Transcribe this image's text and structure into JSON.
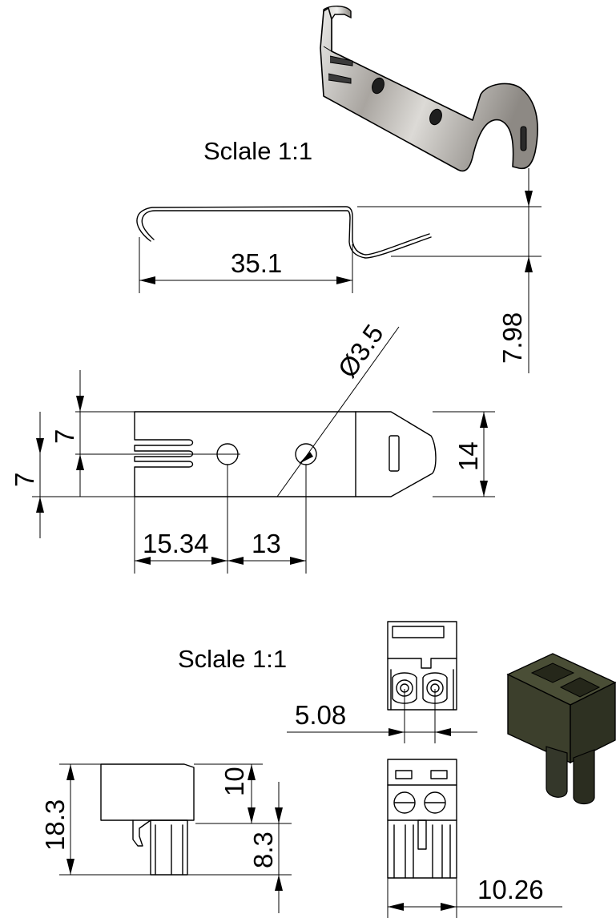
{
  "scale_top": "Sclale 1:1",
  "scale_bottom": "Sclale 1:1",
  "clip": {
    "length": "35.1",
    "height": "7.98",
    "hole_diameter": "Ø3.5",
    "half_width_upper": "7",
    "half_width_lower": "7",
    "width": "14",
    "hole1_position": "15.34",
    "hole_spacing": "13"
  },
  "connector": {
    "pitch": "5.08",
    "total_height": "18.3",
    "upper_height": "10",
    "lower_height": "8.3",
    "width": "10.26"
  },
  "colors": {
    "line": "#000000",
    "metal_light": "#d8d8d6",
    "metal_dark": "#8a8580",
    "plastic": "#3c3f2c"
  }
}
